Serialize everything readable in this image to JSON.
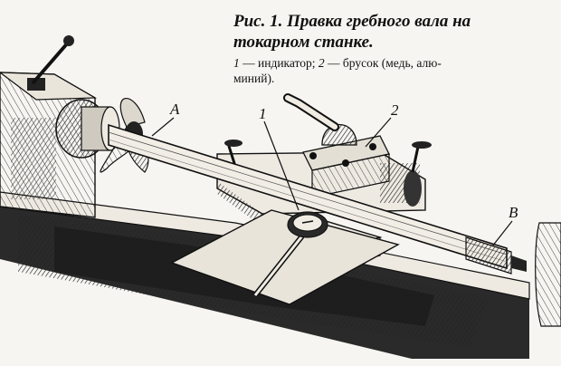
{
  "caption": {
    "title_line1": "Рис. 1. Правка гребного вала на",
    "title_line2": "токарном станке.",
    "legend_num1": "1",
    "legend_text1": " — индикатор; ",
    "legend_num2": "2",
    "legend_text2": " — брусок (медь, алю-",
    "legend_line2": "миний)."
  },
  "callouts": {
    "a": "A",
    "one": "1",
    "two": "2",
    "b": "B"
  }
}
